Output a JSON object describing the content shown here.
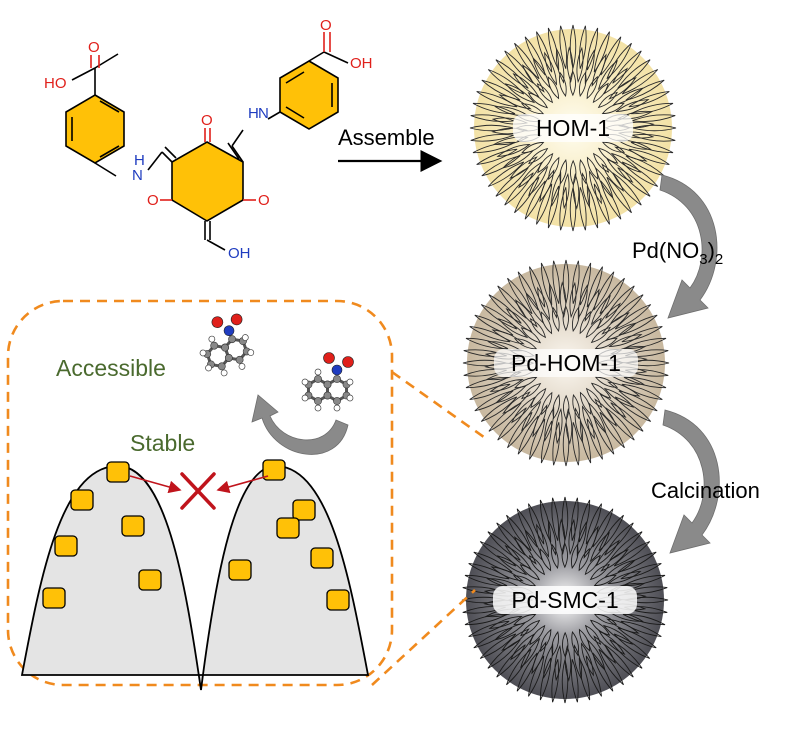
{
  "molecule": {
    "atoms": {
      "o": "O",
      "oh": "OH",
      "ho": "HO",
      "h": "H",
      "n": "N"
    }
  },
  "labels": {
    "assemble": "Assemble",
    "pd_reagent_main": "Pd(NO",
    "pd_reagent_sub": "3",
    "pd_reagent_close": ")",
    "pd_reagent_sub2": "2",
    "calcination": "Calcination",
    "accessible": "Accessible",
    "stable": "Stable"
  },
  "spheres": [
    {
      "name": "HOM-1",
      "fill": "#f3e2a6",
      "center": "#fffdf0"
    },
    {
      "name": "Pd-HOM-1",
      "fill": "#d2c4ae",
      "center": "#fbf7f0"
    },
    {
      "name": "Pd-SMC-1",
      "fill": "#6c6c72",
      "center": "#ffffff"
    }
  ],
  "colors": {
    "ring": "#ffc107",
    "oxygen": "#e0201b",
    "nitrogen": "#1f3cc0",
    "dashed_box": "#f08a1e",
    "particle": "#ffc107",
    "cross": "#c0141c",
    "arrow_gray": "#8a8a8a",
    "hill": "#e4e4e4",
    "accent_green": "#4a6a2e"
  },
  "icons": [
    "pd-particle-icon",
    "blocked-cross-icon",
    "curved-arrow-icon",
    "nitronaphthalene-molecule-icon"
  ]
}
